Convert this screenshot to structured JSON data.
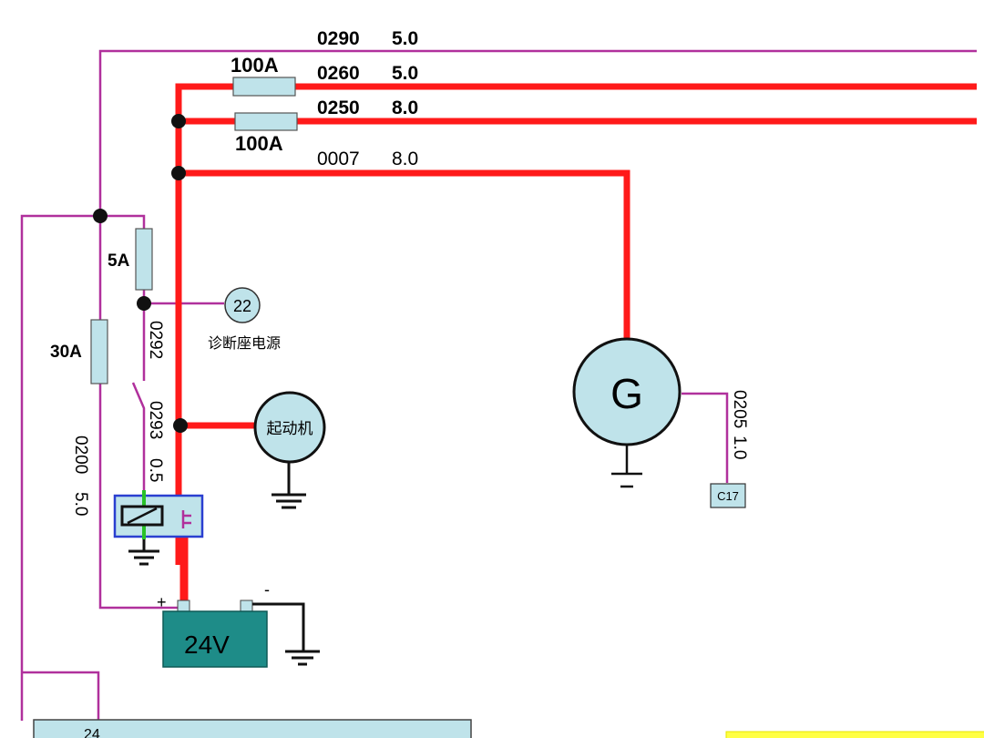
{
  "wires": {
    "w0290": {
      "number": "0290",
      "size": "5.0"
    },
    "w0260": {
      "number": "0260",
      "size": "5.0"
    },
    "w0250": {
      "number": "0250",
      "size": "8.0"
    },
    "w0007": {
      "number": "0007",
      "size": "8.0"
    },
    "w0292": {
      "number": "0292"
    },
    "w0293": {
      "number": "0293",
      "size": "0.5"
    },
    "w0200": {
      "number": "0200",
      "size": "5.0"
    },
    "w0205": {
      "number": "0205",
      "size": "1.0"
    }
  },
  "fuses": {
    "f100a_top": "100A",
    "f100a_bottom": "100A",
    "f5a": "5A",
    "f30a": "30A"
  },
  "diagnostic": {
    "number": "22",
    "label": "诊断座电源"
  },
  "starter": {
    "label": "起动机"
  },
  "generator": {
    "label": "G"
  },
  "connector_c17": "C17",
  "battery": {
    "voltage": "24V",
    "plus": "+",
    "minus": "-"
  },
  "bottom_box": {
    "partial_text": "24"
  },
  "colors": {
    "power_wire": "#ff1a1a",
    "signal_wire": "#b0309c",
    "component_fill": "#bfe3ea",
    "battery_fill": "#1e8c88",
    "relay_border": "#2a3fd0",
    "relay_wire": "#29c229",
    "yellow_edge": "#ffff44"
  }
}
